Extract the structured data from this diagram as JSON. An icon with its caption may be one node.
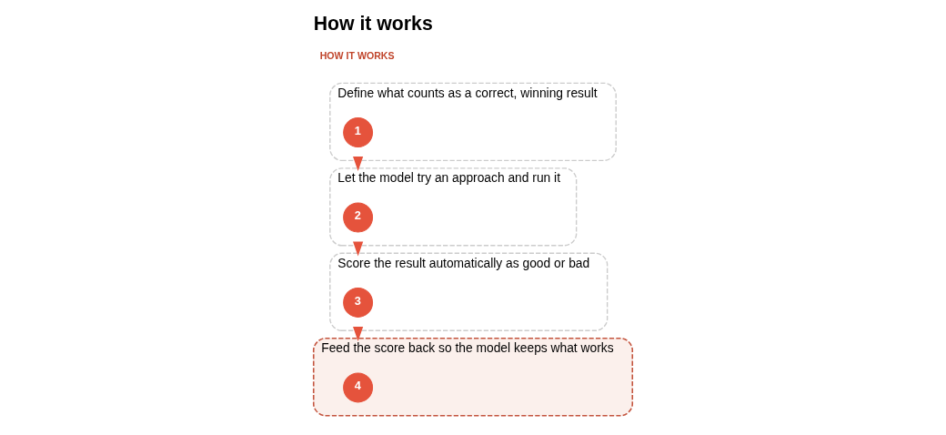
{
  "diagram": {
    "title": "How it works",
    "nodes": [
      {
        "text": [
          "Define what counts as a correct, winning result"
        ]
      },
      {
        "text": [
          "1"
        ],
        "in": 0
      },
      {
        "text": [
          "Let the model try an approach and run it"
        ]
      },
      {
        "text": [
          "2"
        ],
        "in": 2
      },
      {
        "text": [
          "Score the result automatically as good or bad"
        ]
      },
      {
        "text": [
          "3"
        ],
        "in": 4
      },
      {
        "text": [
          "Feed the score back so the model keeps what works"
        ]
      },
      {
        "text": [
          "4"
        ],
        "in": 6
      }
    ],
    "edges": [
      {
        "from": 0,
        "to": 2,
        "arrow": "to"
      },
      {
        "from": 2,
        "to": 4,
        "arrow": "to"
      },
      {
        "from": 4,
        "to": 6,
        "arrow": "to"
      }
    ],
    "labels": [
      "HOW IT WORKS"
    ]
  }
}
